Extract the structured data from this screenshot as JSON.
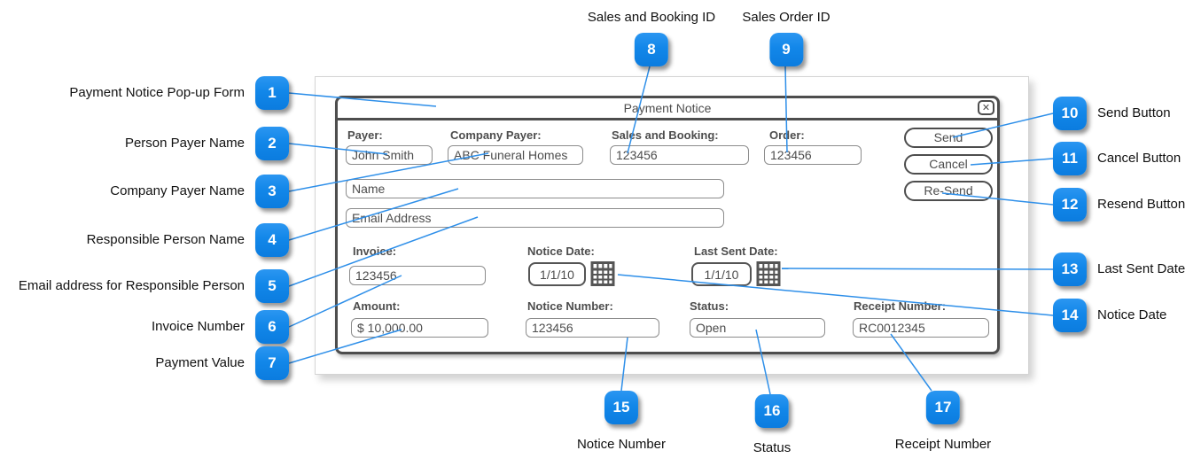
{
  "colors": {
    "badge_blue": "#1287e9",
    "line_blue": "#2e8fe9",
    "wireframe_dark": "#4d4d4d"
  },
  "dialog": {
    "title": "Payment Notice",
    "close_label": "✕",
    "fields": {
      "payer": {
        "label": "Payer:",
        "value": "John Smith"
      },
      "company_payer": {
        "label": "Company Payer:",
        "value": "ABC Funeral Homes"
      },
      "sales_and_booking": {
        "label": "Sales and Booking:",
        "value": "123456"
      },
      "order": {
        "label": "Order:",
        "value": "123456"
      },
      "responsible_name": {
        "placeholder": "Name"
      },
      "responsible_email": {
        "placeholder": "Email Address"
      },
      "invoice": {
        "label": "Invoice:",
        "value": "123456"
      },
      "notice_date": {
        "label": "Notice Date:",
        "value": "1/1/10"
      },
      "last_sent_date": {
        "label": "Last Sent Date:",
        "value": "1/1/10"
      },
      "amount": {
        "label": "Amount:",
        "value": "$ 10,000.00"
      },
      "notice_number": {
        "label": "Notice Number:",
        "value": "123456"
      },
      "status": {
        "label": "Status:",
        "value": "Open"
      },
      "receipt_number": {
        "label": "Receipt Number:",
        "value": "RC0012345"
      }
    },
    "buttons": {
      "send": "Send",
      "cancel": "Cancel",
      "resend": "Re-Send"
    }
  },
  "callouts": [
    {
      "number": "1",
      "label": "Payment Notice Pop-up Form"
    },
    {
      "number": "2",
      "label": "Person Payer Name"
    },
    {
      "number": "3",
      "label": "Company Payer Name"
    },
    {
      "number": "4",
      "label": "Responsible Person Name"
    },
    {
      "number": "5",
      "label": "Email address for Responsible Person"
    },
    {
      "number": "6",
      "label": "Invoice Number"
    },
    {
      "number": "7",
      "label": "Payment Value"
    },
    {
      "number": "8",
      "label": "Sales and Booking ID"
    },
    {
      "number": "9",
      "label": "Sales Order ID"
    },
    {
      "number": "10",
      "label": "Send Button"
    },
    {
      "number": "11",
      "label": "Cancel Button"
    },
    {
      "number": "12",
      "label": "Resend Button"
    },
    {
      "number": "13",
      "label": "Last Sent Date"
    },
    {
      "number": "14",
      "label": "Notice Date"
    },
    {
      "number": "15",
      "label": "Notice Number"
    },
    {
      "number": "16",
      "label": "Status"
    },
    {
      "number": "17",
      "label": "Receipt Number"
    }
  ]
}
